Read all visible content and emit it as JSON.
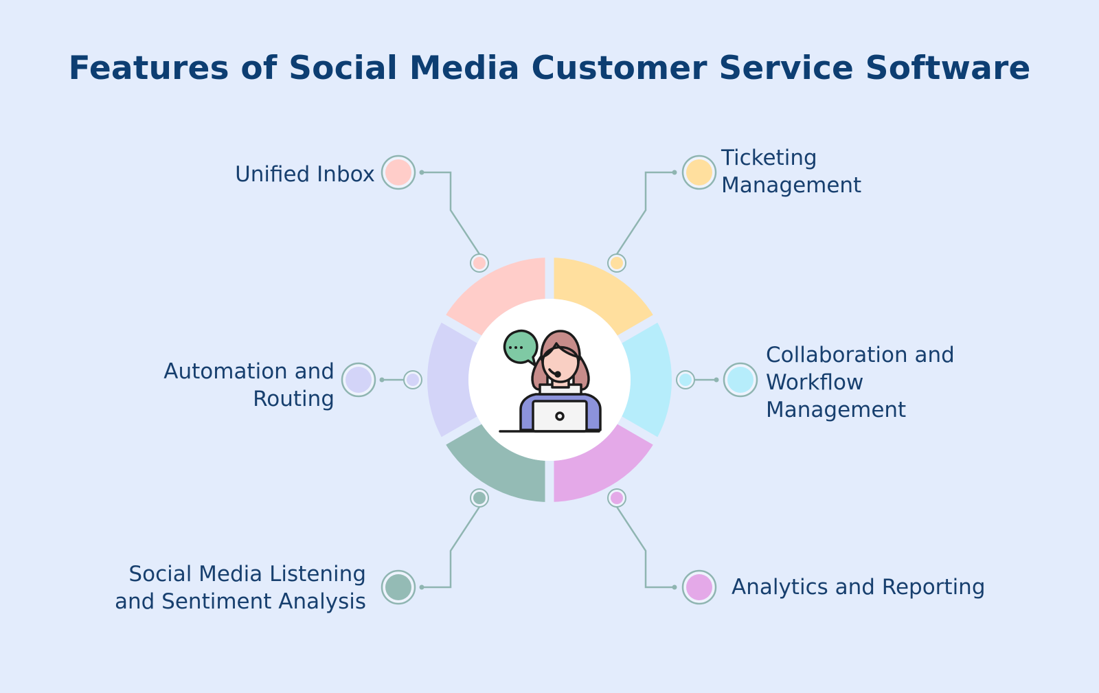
{
  "title": "Features of Social Media Customer Service Software",
  "colors": {
    "background": "#e3ecfc",
    "title": "#0d3e72",
    "label": "#173f6e",
    "connector": "#8fb5b1"
  },
  "features": [
    {
      "lines": [
        "Unified Inbox"
      ],
      "color": "#ffcdc9"
    },
    {
      "lines": [
        "Ticketing",
        "Management"
      ],
      "color": "#ffdf9e"
    },
    {
      "lines": [
        "Automation and",
        "Routing"
      ],
      "color": "#d3d4f8"
    },
    {
      "lines": [
        "Collaboration and",
        "Workflow",
        "Management"
      ],
      "color": "#b6edfb"
    },
    {
      "lines": [
        "Social Media Listening",
        "and Sentiment Analysis"
      ],
      "color": "#94bbb5"
    },
    {
      "lines": [
        "Analytics and Reporting"
      ],
      "color": "#e4a9e8"
    }
  ],
  "center_icon": "customer-support-agent-icon"
}
